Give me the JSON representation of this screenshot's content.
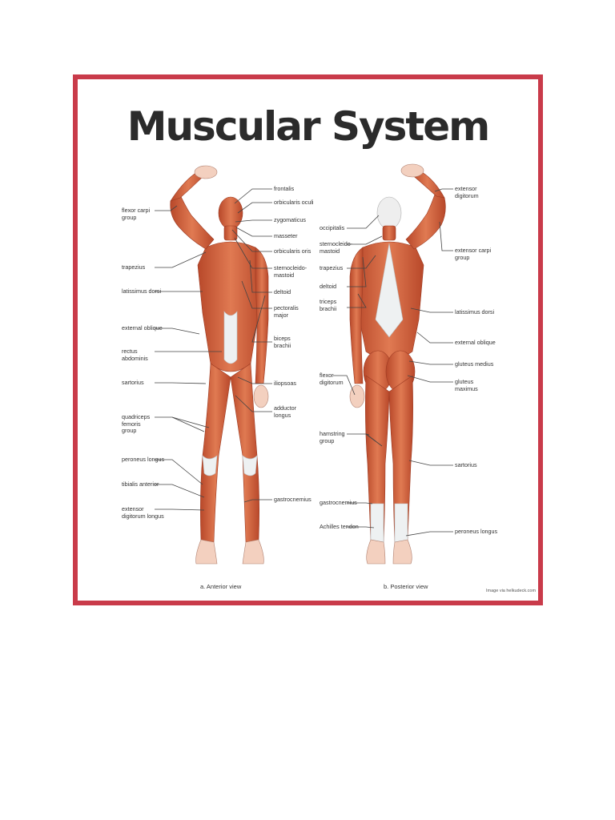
{
  "title": "Muscular System",
  "colors": {
    "frame": "#c93b4a",
    "muscle": "#d9663f",
    "muscle_dark": "#b8482a",
    "tendon": "#eef1f2"
  },
  "anterior": {
    "caption": "a. Anterior view",
    "labels": [
      "frontalis",
      "orbicularis oculi",
      "zygomaticus",
      "masseter",
      "orbicularis oris",
      "sternocleido-\nmastoid",
      "deltoid",
      "pectoralis\nmajor",
      "biceps\nbrachii",
      "iliopsoas",
      "adductor\nlongus",
      "gastrocnemius",
      "flexor carpi\ngroup",
      "trapezius",
      "latissimus dorsi",
      "external oblique",
      "rectus\nabdominis",
      "sartorius",
      "quadriceps\nfemoris\ngroup",
      "peroneus longus",
      "tibialis anterior",
      "extensor\ndigitorum longus"
    ]
  },
  "posterior": {
    "caption": "b. Posterior view",
    "labels": [
      "extensor\ndigitorum",
      "occipitalis",
      "sternocleido-\nmastoid",
      "extensor carpi\ngroup",
      "trapezius",
      "deltoid",
      "triceps\nbrachii",
      "latissimus dorsi",
      "external oblique",
      "gluteus medius",
      "gluteus\nmaximus",
      "flexor\ndigitorum",
      "hamstring\ngroup",
      "sartorius",
      "gastrocnemius",
      "Achilles tendon",
      "peroneus longus"
    ]
  },
  "credit": "Image via helkudeck.com"
}
